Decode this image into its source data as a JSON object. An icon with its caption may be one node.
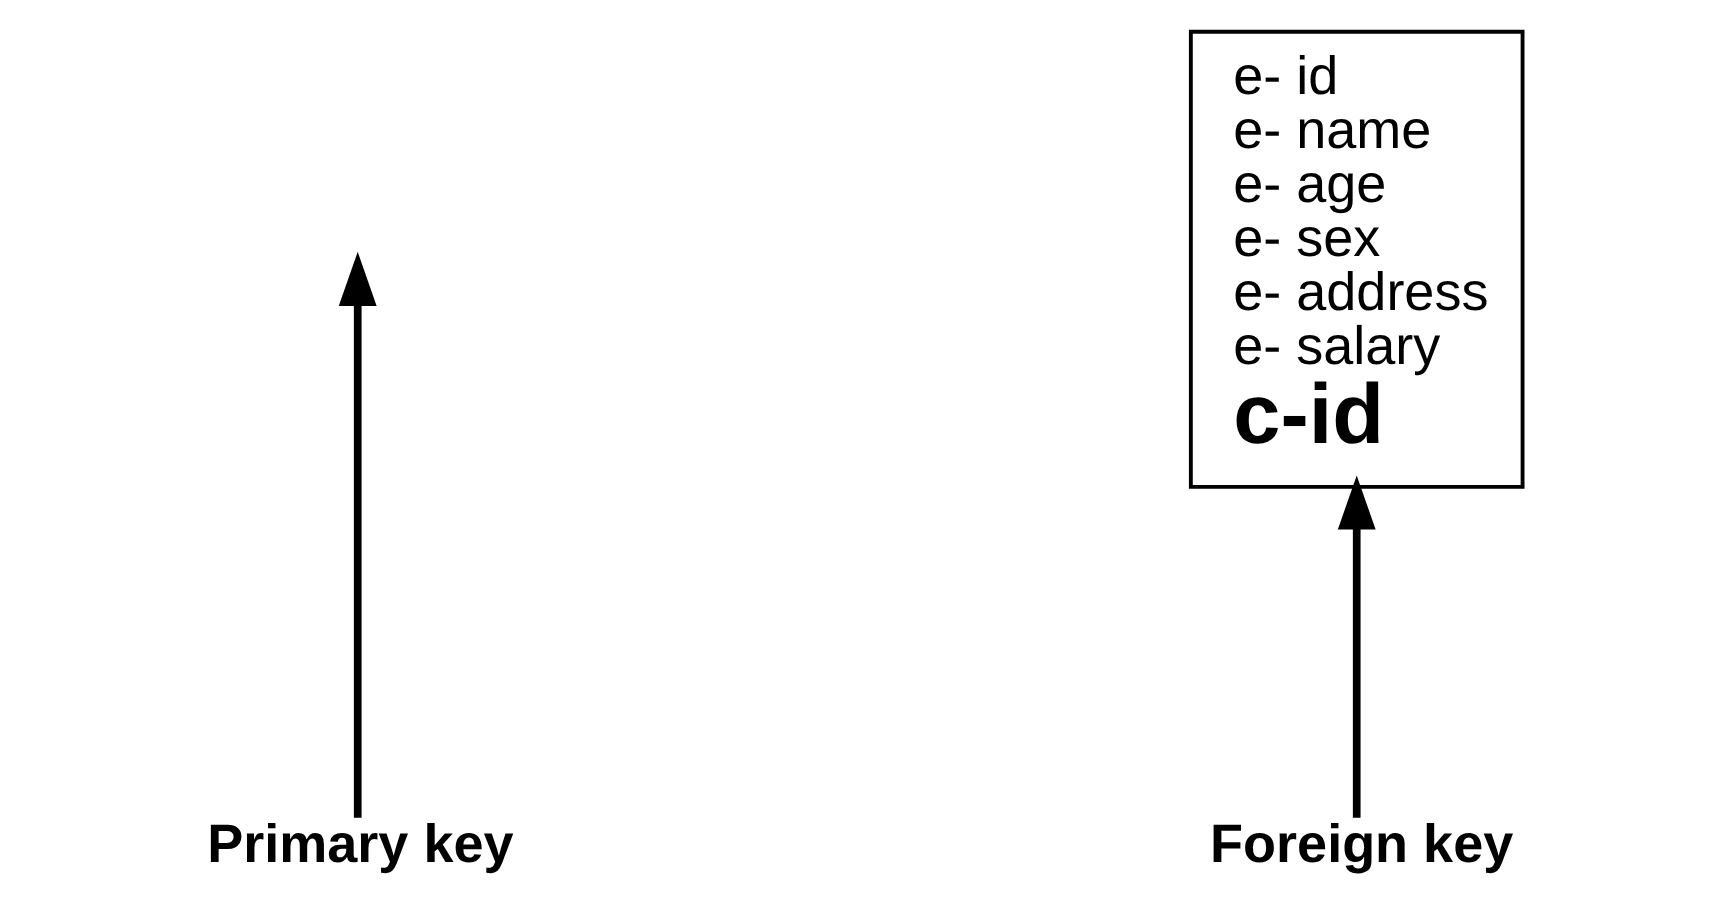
{
  "diagram": {
    "nodes": [
      {
        "text": [
          "e- id",
          "e- name",
          "e- age",
          "e- sex",
          "e- address",
          "e- salary",
          "c-id"
        ]
      },
      {
        "text": [
          "Primary key"
        ]
      },
      {
        "text": [
          "Foreign key"
        ]
      }
    ],
    "edges": [
      {
        "from": 1,
        "to": null,
        "arrow": "to"
      },
      {
        "from": 2,
        "to": 0,
        "arrow": "to"
      }
    ]
  }
}
